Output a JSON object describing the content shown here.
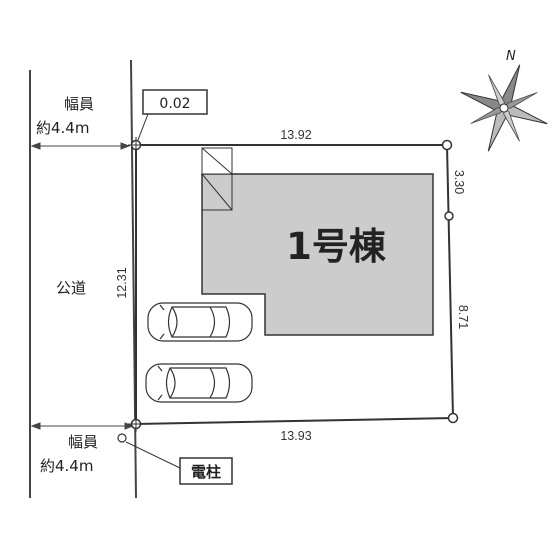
{
  "road": {
    "width_label": "幅員",
    "width_value_top": "約4.4m",
    "width_value_bottom": "約4.4m",
    "road_label": "公道"
  },
  "corner_offset": "0.02",
  "building": {
    "label": "1号棟"
  },
  "utility_pole": {
    "label": "電柱"
  },
  "dimensions": {
    "top": "13.92",
    "bottom": "13.93",
    "left": "12.31",
    "right_upper": "3.30",
    "right_lower": "8.71"
  },
  "compass": {
    "north_label": "N"
  },
  "colors": {
    "building_fill": "#cccccc",
    "line": "#333333"
  }
}
